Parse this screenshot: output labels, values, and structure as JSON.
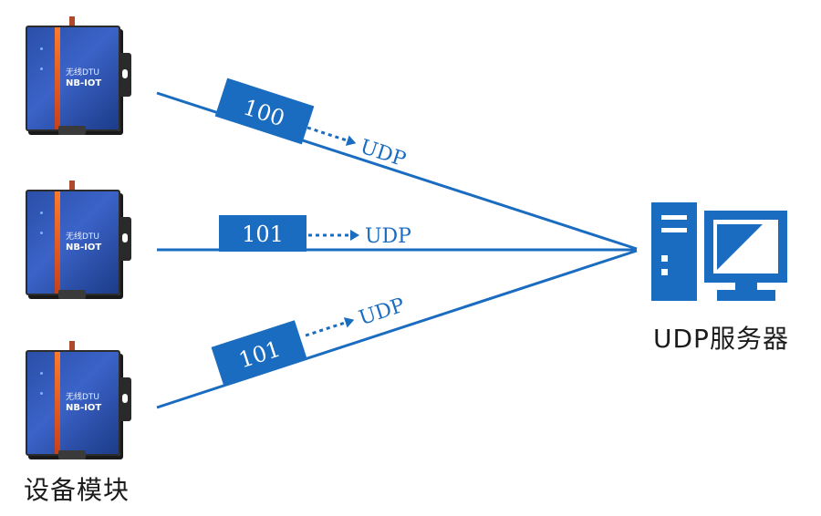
{
  "devices": [
    {
      "line1": "无线DTU",
      "line2": "NB-IOT",
      "packet": "100",
      "protocol": "UDP"
    },
    {
      "line1": "无线DTU",
      "line2": "NB-IOT",
      "packet": "101",
      "protocol": "UDP"
    },
    {
      "line1": "无线DTU",
      "line2": "NB-IOT",
      "packet": "101",
      "protocol": "UDP"
    }
  ],
  "labels": {
    "devices_caption": "设备模块",
    "server_caption": "UDP服务器"
  },
  "colors": {
    "accent": "#1a6cc0"
  },
  "icons": {
    "server": "server-computer-icon"
  }
}
